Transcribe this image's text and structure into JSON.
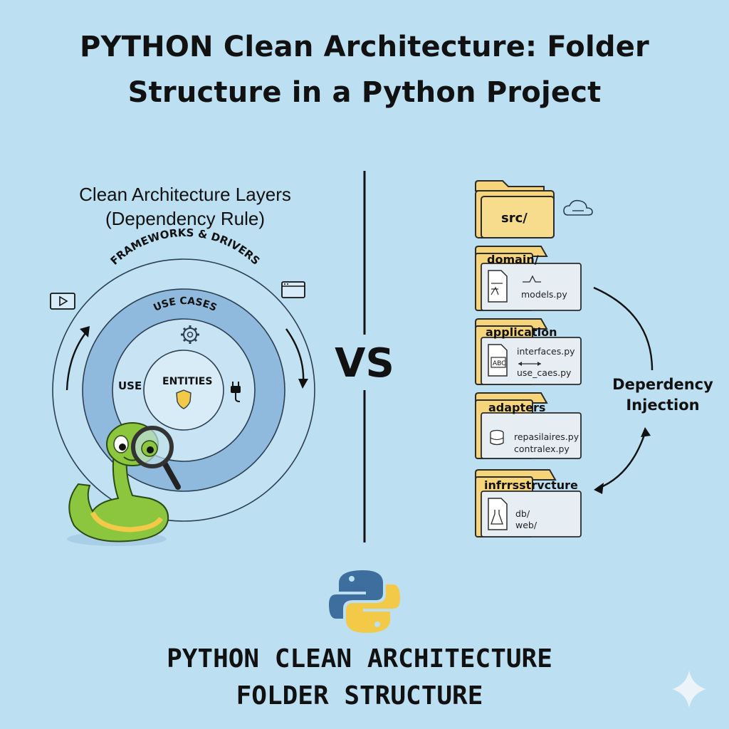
{
  "title": {
    "line1": "PYTHON Clean Architecture: Folder",
    "line2": "Structure in a Python Project"
  },
  "layers": {
    "heading_line1": "Clean Architecture Layers",
    "heading_line2": "(Dependency Rule)",
    "outer_ring": "FRAMEWORKS & DRIVERS",
    "middle_ring": "USE CASES",
    "middle_left": "USE",
    "core": "ENTITIES"
  },
  "vs_label": "VS",
  "folders": [
    {
      "name": "src/",
      "files": []
    },
    {
      "name": "domain/",
      "files": [
        "models.py"
      ]
    },
    {
      "name": "application",
      "files": [
        "interfaces.py",
        "use_caes.py"
      ]
    },
    {
      "name": "adapters",
      "files": [
        "repasilaires.py",
        "contralex.py"
      ]
    },
    {
      "name": "infrrsstrvcture",
      "files": [
        "db/",
        "web/"
      ]
    }
  ],
  "dependency_injection": {
    "line1": "Deperdency",
    "line2": "Injection"
  },
  "footer": {
    "line1": "PYTHON CLEAN ARCHITECTURE",
    "line2": "FOLDER STRUCTURE"
  },
  "colors": {
    "background": "#bcdff2",
    "folder_yellow": "#f5d47a",
    "folder_stroke": "#2b2b2b",
    "ring_blue": "#8fb9dd",
    "python_blue": "#3d6e9e",
    "python_yellow": "#f3c948",
    "snake_green": "#8cc63f"
  }
}
